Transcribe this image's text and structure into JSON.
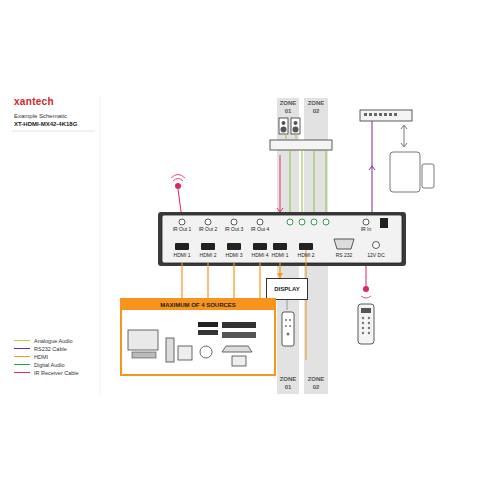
{
  "diagram": {
    "title": "Example Schematic",
    "nodes": [
      {
        "text": [
          "ZONE 01",
          "ZONE 01"
        ]
      },
      {
        "text": [
          "ZONE 02",
          "ZONE 02"
        ]
      },
      {
        "text": [
          "IR Out 1",
          "IR Out 2",
          "IR Out 3",
          "IR Out 4",
          "HDMI 1",
          "HDMI 2",
          "HDMI 3",
          "HDMI 4",
          "HDMI 1",
          "HDMI 2",
          "RS 232",
          "IR In",
          "12V DC"
        ]
      },
      {
        "text": [
          "DISPLAY"
        ]
      },
      {
        "text": [
          "MAXIMUM OF 4 SOURCES"
        ]
      }
    ],
    "edges": [
      {
        "from": 4,
        "to": 2,
        "arrow": "none"
      },
      {
        "from": 2,
        "to": 3,
        "arrow": "to"
      }
    ],
    "labels": [
      "xantech",
      "XT-HDMI-MX42-4K18G"
    ],
    "legend": [
      {
        "text": "Analogue Audio",
        "color": "#b5d334"
      },
      {
        "text": "RS232 Cable",
        "color": "#7b2d8e"
      },
      {
        "text": "HDMI",
        "color": "#f7941d"
      },
      {
        "text": "Digital Audio",
        "color": "#2e9e4a"
      },
      {
        "text": "IR Receiver Cable",
        "color": "#e0245e"
      }
    ]
  }
}
